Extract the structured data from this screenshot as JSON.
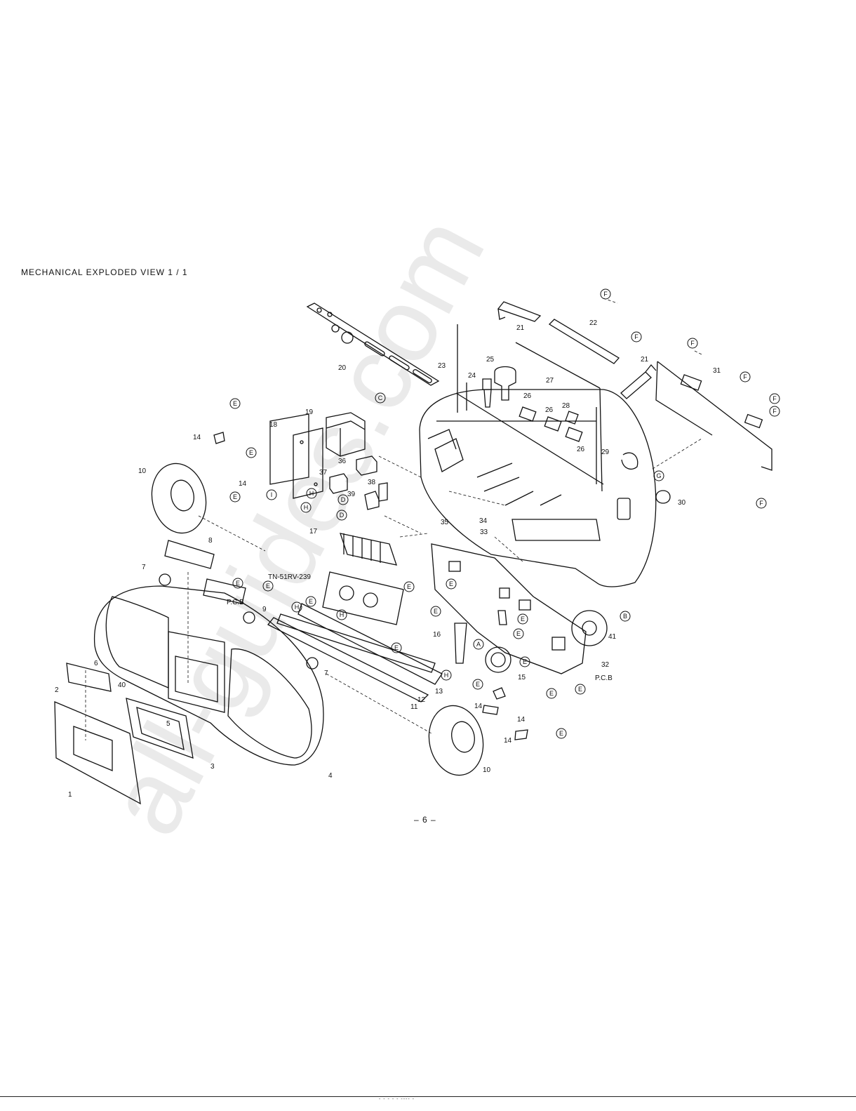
{
  "title": "MECHANICAL  EXPLODED  VIEW  1 / 1",
  "page_number": "– 6 –",
  "watermark": "all-guides.com",
  "footer_fragment": "- - -  - -  ---- -",
  "part_labels": [
    "1",
    "2",
    "3",
    "4",
    "5",
    "6",
    "7",
    "7",
    "8",
    "9",
    "10",
    "10",
    "11",
    "12",
    "13",
    "14",
    "14",
    "14",
    "14",
    "14",
    "15",
    "16",
    "17",
    "18",
    "19",
    "20",
    "21",
    "21",
    "22",
    "23",
    "24",
    "25",
    "26",
    "26",
    "26",
    "27",
    "28",
    "29",
    "30",
    "31",
    "32",
    "33",
    "34",
    "35",
    "36",
    "37",
    "38",
    "39",
    "40",
    "41"
  ],
  "model_label": "TN-51RV-239",
  "pcb_labels": [
    "P.C.B",
    "P.C.B"
  ],
  "screw_markers": [
    "C",
    "E",
    "E",
    "E",
    "I",
    "H",
    "H",
    "D",
    "D",
    "E",
    "E",
    "E",
    "H",
    "E",
    "H",
    "E",
    "E",
    "E",
    "E",
    "E",
    "E",
    "E",
    "E",
    "E",
    "A",
    "H",
    "E",
    "F",
    "F",
    "F",
    "F",
    "F",
    "F",
    "F",
    "G",
    "B"
  ]
}
